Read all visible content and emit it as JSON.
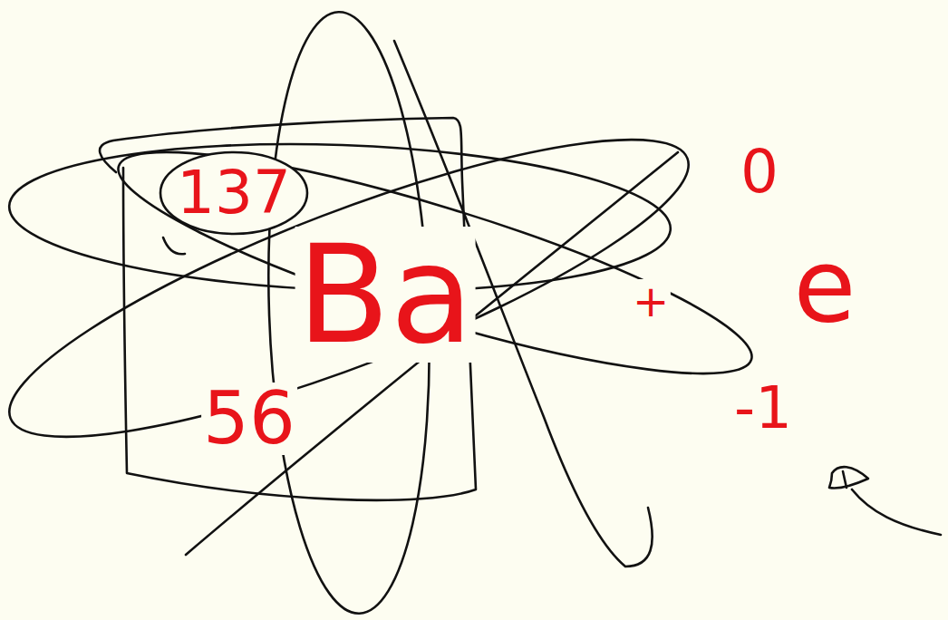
{
  "diagram": {
    "nodes": [
      {
        "text": [
          "137"
        ]
      }
    ],
    "labels": [
      "Ba",
      "56",
      "+",
      "0",
      "e",
      "-1"
    ]
  }
}
